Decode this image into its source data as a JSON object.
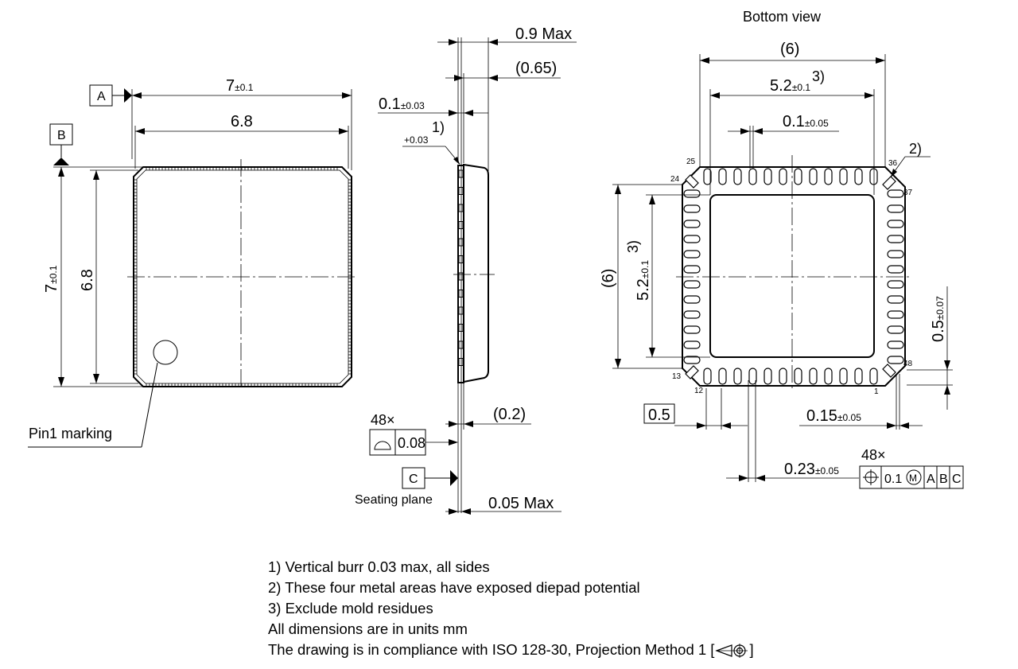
{
  "views": {
    "bottom_title": "Bottom view"
  },
  "top_view": {
    "datum_a": "A",
    "datum_b": "B",
    "width_dim": "7",
    "width_tol": "±0.1",
    "inner_width": "6.8",
    "height_dim": "7",
    "height_tol": "±0.1",
    "inner_height": "6.8",
    "pin1_label": "Pin1 marking"
  },
  "side_view": {
    "max_height": "0.9 Max",
    "body_height": "(0.65)",
    "offset": "0.1",
    "offset_tol": "±0.03",
    "burr_ref": "1)",
    "burr_tol": "+0.03",
    "lead_thickness": "(0.2)",
    "count": "48×",
    "profile_tol": "0.08",
    "datum_c": "C",
    "seating_plane": "Seating plane",
    "standoff": "0.05 Max"
  },
  "bottom_view": {
    "overall_w": "(6)",
    "pad_w": "5.2",
    "pad_w_tol": "±0.1",
    "pad_ref": "3)",
    "tab_w": "0.1",
    "tab_tol": "±0.05",
    "corner_ref": "2)",
    "overall_h": "(6)",
    "pad_h": "5.2",
    "pad_h_tol": "±0.1",
    "pad_h_ref": "3)",
    "pitch_y": "0.5",
    "pitch_y_tol": "±0.07",
    "pitch_box": "0.5",
    "lead_gap": "0.15",
    "lead_gap_tol": "±0.05",
    "lead_w": "0.23",
    "lead_w_tol": "±0.05",
    "count": "48×",
    "pos_tol": "0.1",
    "mmc": "M",
    "datum_refs": [
      "A",
      "B",
      "C"
    ],
    "pin_numbers": {
      "p1": "1",
      "p12": "12",
      "p13": "13",
      "p24": "24",
      "p25": "25",
      "p36": "36",
      "p37": "37",
      "p48": "48"
    }
  },
  "notes": [
    "1) Vertical burr 0.03 max, all sides",
    "2) These four metal areas have exposed diepad potential",
    "3) Exclude mold residues",
    "All dimensions are in units mm",
    "The drawing is in compliance with ISO 128-30, Projection Method 1 ["
  ],
  "notes_end": "]"
}
